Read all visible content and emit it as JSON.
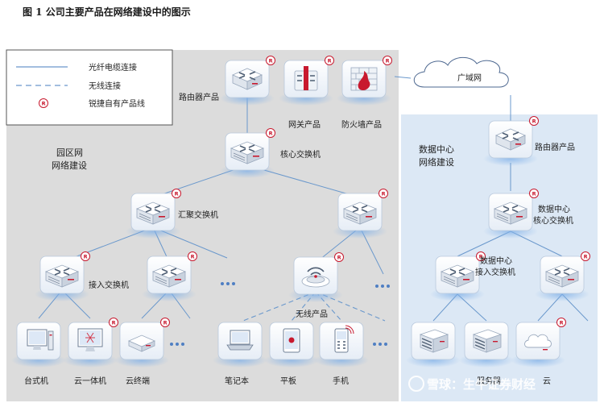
{
  "figure_title": "图 1 公司主要产品在网络建设中的图示",
  "legend": {
    "fiber": "光纤电缆连接",
    "wireless": "无线连接",
    "own_product": "锐捷自有产品线",
    "badge": "R"
  },
  "campus": {
    "title_line1": "园区网",
    "title_line2": "网络建设",
    "router": "路由器产品",
    "gateway": "网关产品",
    "firewall": "防火墙产品",
    "core_switch": "核心交换机",
    "aggregation_switch": "汇聚交换机",
    "access_switch": "接入交换机",
    "wireless": "无线产品",
    "desktop": "台式机",
    "all_in_one": "云一体机",
    "cloud_terminal": "云终端",
    "laptop": "笔记本",
    "tablet": "平板",
    "phone": "手机"
  },
  "wan": "广域网",
  "datacenter": {
    "title_line1": "数据中心",
    "title_line2": "网络建设",
    "router": "路由器产品",
    "core_line1": "数据中心",
    "core_line2": "核心交换机",
    "access_line1": "数据中心",
    "access_line2": "接入交换机",
    "server": "服务器",
    "cloud": "云"
  },
  "watermark": "雪球：生牛证券财经",
  "colors": {
    "campus_bg": "#dcdcdc",
    "datacenter_bg": "#dce8f5",
    "line": "#6a98cc",
    "badge": "#c8192e",
    "device": "#f3f5f8"
  }
}
